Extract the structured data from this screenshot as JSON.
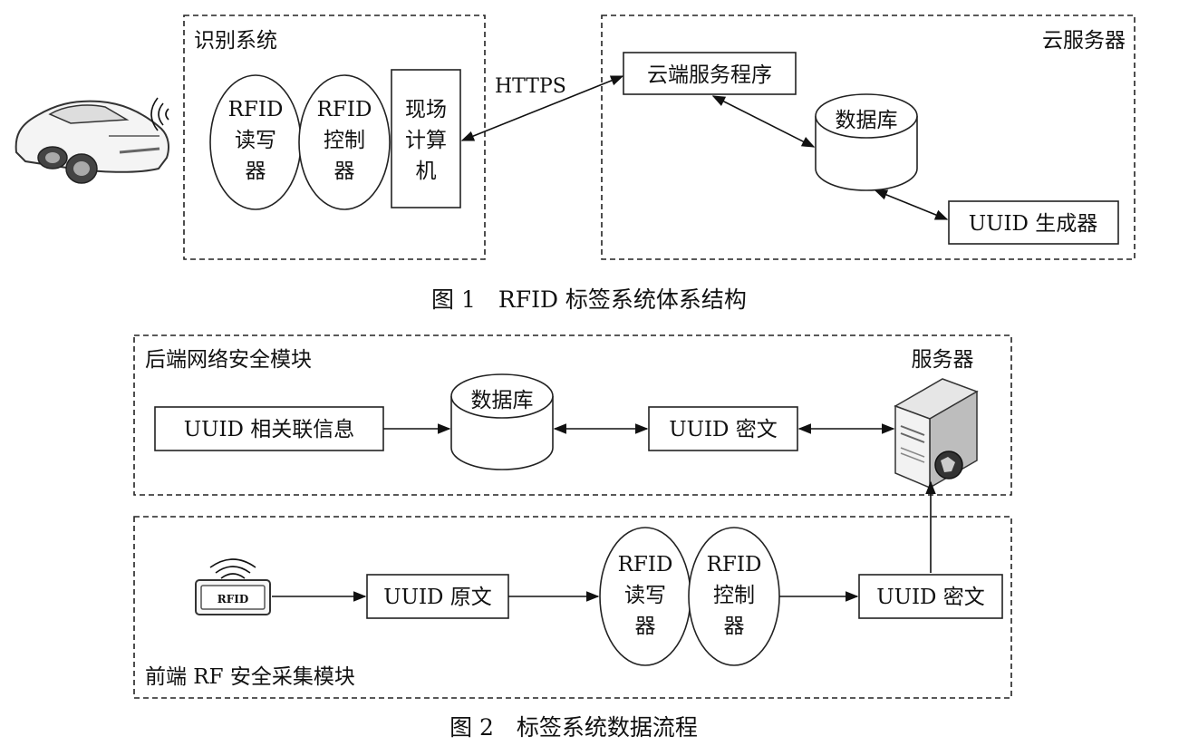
{
  "figure1": {
    "caption": "图 1　RFID 标签系统体系结构",
    "recognition_system": {
      "title": "识别系统",
      "reader": [
        "RFID",
        "读写",
        "器"
      ],
      "controller": [
        "RFID",
        "控制",
        "器"
      ],
      "onsite_computer": [
        "现场",
        "计算",
        "机"
      ]
    },
    "link_label": "HTTPS",
    "cloud": {
      "title": "云服务器",
      "service_program": "云端服务程序",
      "database": "数据库",
      "uuid_generator": "UUID 生成器"
    }
  },
  "figure2": {
    "caption": "图 2　标签系统数据流程",
    "backend": {
      "title": "后端网络安全模块",
      "uuid_related_info": "UUID 相关联信息",
      "database": "数据库",
      "uuid_cipher": "UUID 密文",
      "server": "服务器"
    },
    "frontend": {
      "title": "前端 RF 安全采集模块",
      "tag_text": "RFID",
      "uuid_plain": "UUID 原文",
      "reader": [
        "RFID",
        "读写",
        "器"
      ],
      "controller": [
        "RFID",
        "控制",
        "器"
      ],
      "uuid_cipher": "UUID 密文"
    }
  }
}
